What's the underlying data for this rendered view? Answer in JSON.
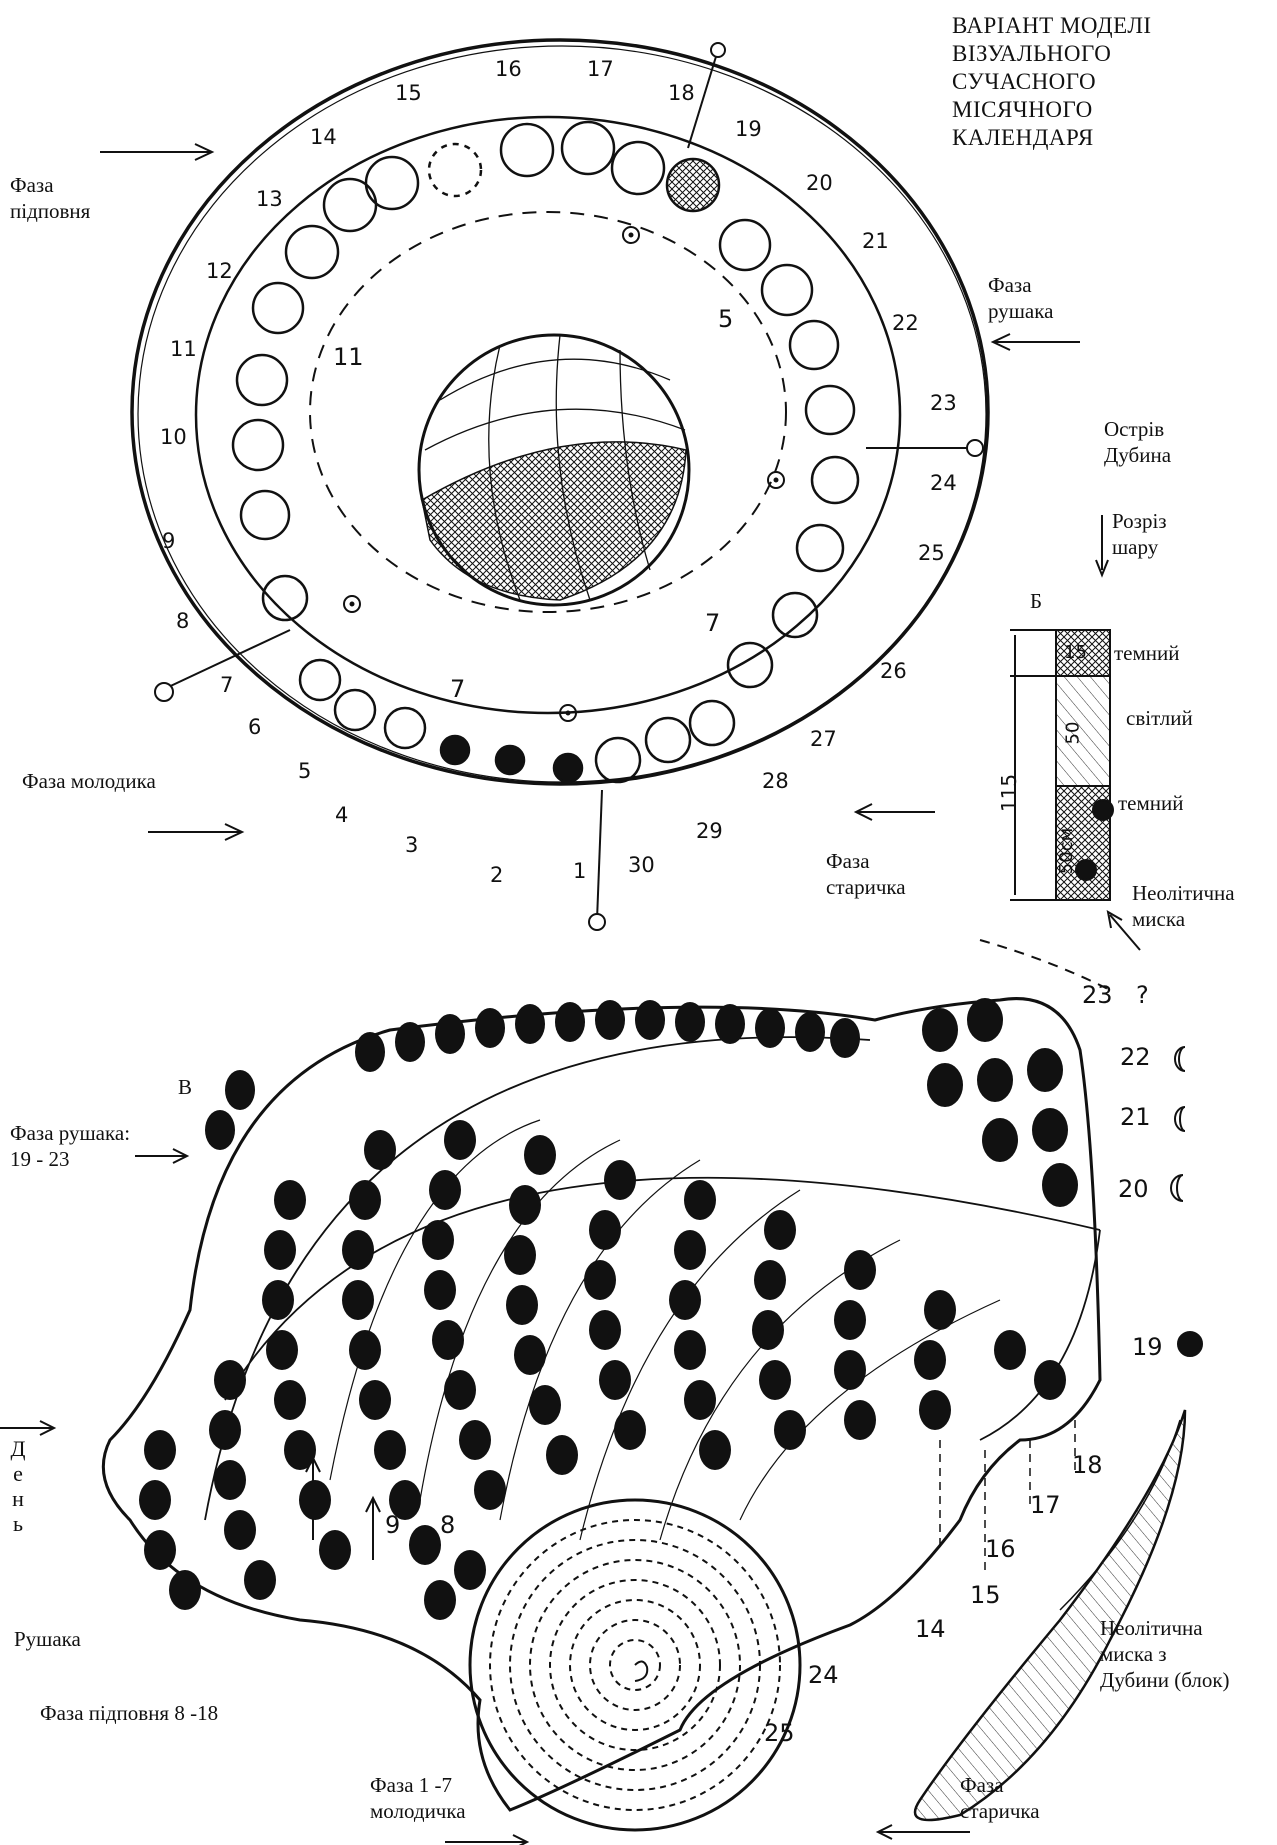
{
  "title": {
    "lines": [
      "ВАРІАНТ МОДЕЛІ",
      "ВІЗУАЛЬНОГО",
      "СУЧАСНОГО",
      "МІСЯЧНОГО",
      "КАЛЕНДАРЯ"
    ]
  },
  "top_diagram": {
    "day_numbers": [
      "1",
      "2",
      "3",
      "4",
      "5",
      "6",
      "7",
      "8",
      "9",
      "10",
      "11",
      "12",
      "13",
      "14",
      "15",
      "16",
      "17",
      "18",
      "19",
      "20",
      "21",
      "22",
      "23",
      "24",
      "25",
      "26",
      "27",
      "28",
      "29",
      "30"
    ],
    "inner_numbers": [
      "5",
      "7",
      "7",
      "11"
    ],
    "labels": {
      "full_moon_phase": [
        "Фаза",
        "підповня"
      ],
      "waning_phase": [
        "Фаза",
        "рушака"
      ],
      "new_moon_phase": "Фаза молодика",
      "old_phase": [
        "Фаза",
        "старичка"
      ],
      "island": [
        "Острів",
        "Дубина"
      ],
      "cut": [
        "Розріз",
        "шару"
      ]
    }
  },
  "section": {
    "letter": "Б",
    "layers": [
      {
        "depth": "15",
        "name": "темний"
      },
      {
        "depth": "50",
        "name": "світлий"
      },
      {
        "depth": "50см",
        "name": "темний"
      }
    ],
    "total": "115",
    "bowl_label": [
      "Неолітична",
      "миска"
    ]
  },
  "bottom_diagram": {
    "letter": "В",
    "right_moons": [
      {
        "day": "23",
        "note": "?"
      },
      {
        "day": "22"
      },
      {
        "day": "21"
      },
      {
        "day": "20"
      },
      {
        "day": "19"
      }
    ],
    "day_marks": [
      "18",
      "17",
      "16",
      "15",
      "14",
      "24",
      "25",
      "9",
      "8"
    ],
    "labels": {
      "waning_phase": [
        "Фаза рушака:",
        "19 - 23"
      ],
      "day_vertical": [
        "Д",
        "е",
        "н",
        "ь"
      ],
      "waning_word": "Рушака",
      "full_phase": "Фаза підповня 8 -18",
      "new_phase": [
        "Фаза 1 -7",
        "молодичка"
      ],
      "bowl": [
        "Неолітична",
        "миска з",
        "Дубини (блок)"
      ],
      "old_phase": [
        "Фаза",
        "старичка"
      ]
    }
  }
}
